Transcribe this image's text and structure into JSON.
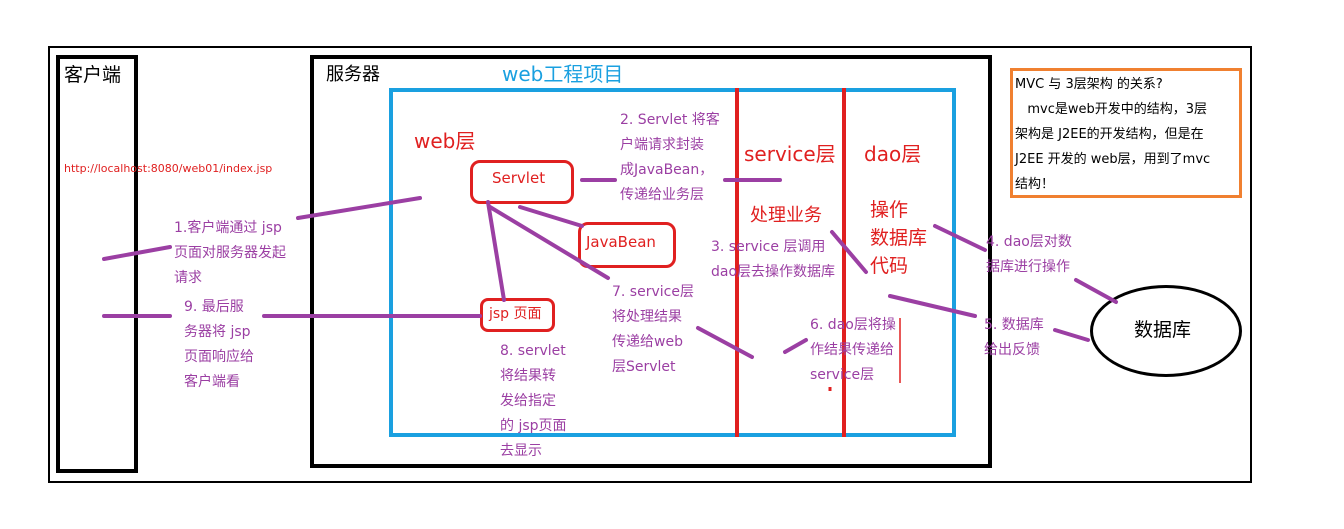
{
  "colors": {
    "frame": "#000000",
    "web_project": "#1aa0e0",
    "layer_divider": "#e02020",
    "connector": "#9b3fa3",
    "note_border": "#f08030"
  },
  "client": {
    "title": "客户端",
    "url": "http://localhost:8080/web01/index.jsp"
  },
  "server": {
    "title": "服务器"
  },
  "web_project": {
    "title": "web工程项目"
  },
  "layers": {
    "web": "web层",
    "service": "service层",
    "dao": "dao层"
  },
  "components": {
    "servlet": "Servlet",
    "javabean": "JavaBean",
    "jsp": "jsp 页面"
  },
  "service_text": "处理业务",
  "dao_text": "操作\n数据库\n代码",
  "database": "数据库",
  "steps": {
    "s1": "1.客户端通过 jsp\n页面对服务器发起\n请求",
    "s2": "2. Servlet 将客\n户端请求封装\n成JavaBean，\n传递给业务层",
    "s3": "3. service 层调用\ndao层去操作数据库",
    "s4": "4. dao层对数\n据库进行操作",
    "s5": "5. 数据库\n给出反馈",
    "s6": "6. dao层将操\n作结果传递给\nservice层",
    "s7": "7. service层\n将处理结果\n传递给web\n层Servlet",
    "s8": "8. servlet\n将结果转\n发给指定\n的 jsp页面\n去显示",
    "s9": "9. 最后服\n务器将 jsp\n页面响应给\n客户端看"
  },
  "note": "MVC 与 3层架构 的关系?\n   mvc是web开发中的结构，3层\n架构是 J2EE的开发结构，但是在\nJ2EE 开发的 web层，用到了mvc\n结构！"
}
